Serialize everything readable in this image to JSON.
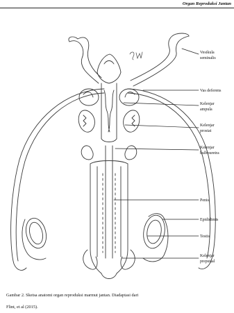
{
  "header": {
    "running_title": "Organ Reproduksi Jantan"
  },
  "figure": {
    "signature": "Sw",
    "labels": [
      {
        "id": "vesikula-seminalis",
        "lines": [
          "Vesikula",
          "seminalis"
        ]
      },
      {
        "id": "vas-deferens",
        "lines": [
          "Vas deferens"
        ]
      },
      {
        "id": "kelenjar-ampula",
        "lines": [
          "Kelenjar",
          "ampula"
        ]
      },
      {
        "id": "kelenjar-prostat",
        "lines": [
          "Kelenjar",
          "prostat"
        ]
      },
      {
        "id": "kelenjar-bulbouretra",
        "lines": [
          "Kelenjar",
          "bulbouretra"
        ]
      },
      {
        "id": "penis",
        "lines": [
          "Penis"
        ]
      },
      {
        "id": "epididimis",
        "lines": [
          "Epididimis"
        ]
      },
      {
        "id": "testis",
        "lines": [
          "Testis"
        ]
      },
      {
        "id": "kelenjar-preputial",
        "lines": [
          "Kelenjar",
          "preputial"
        ]
      }
    ]
  },
  "caption": {
    "line1": "Gambar 2. Sketsa anatomi organ reproduksi marmut jantan. Diadaptasi dari",
    "line2": "Flint, et al (2015)."
  }
}
